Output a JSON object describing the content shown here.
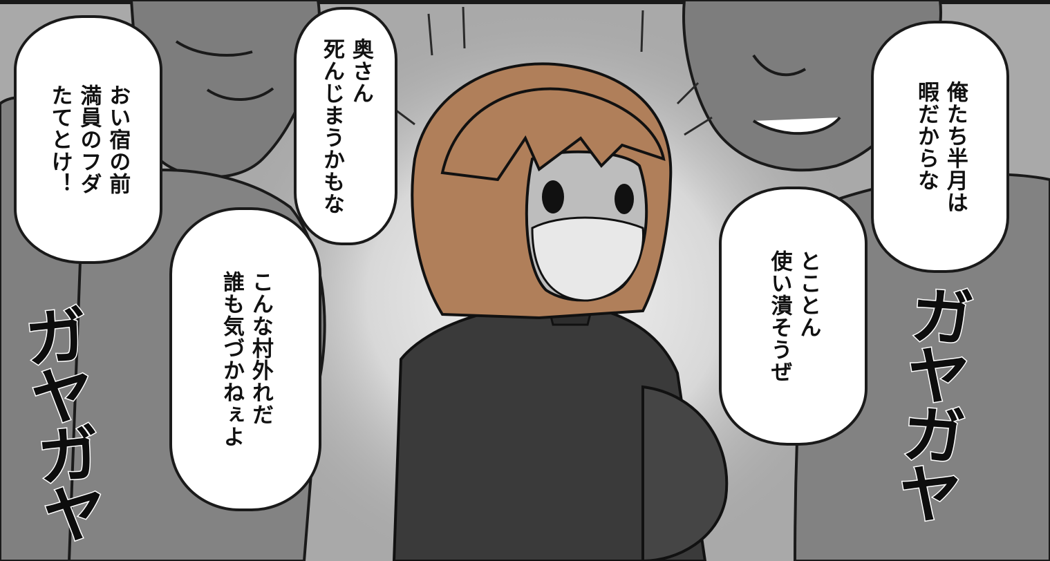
{
  "speech_bubbles": {
    "b1": "おい宿の前\n満員のフダ\nたてとけ！",
    "b2": "奥さん\n死んじまうかもな",
    "b3": "こんな村外れだ\n誰も気づかねぇよ",
    "b4": "とことん\n使い潰そうぜ",
    "b5": "俺たち半月は\n暇だからな"
  },
  "sound_effects": {
    "left": "ガヤガヤ",
    "right": "ガヤガヤ"
  },
  "colors": {
    "background": "#a9a9a9",
    "men": "#7a7a7a",
    "hair": "#b07f5a",
    "jacket": "#3a3a3a",
    "face": "#bdbdbd",
    "ink": "#1a1a1a"
  }
}
